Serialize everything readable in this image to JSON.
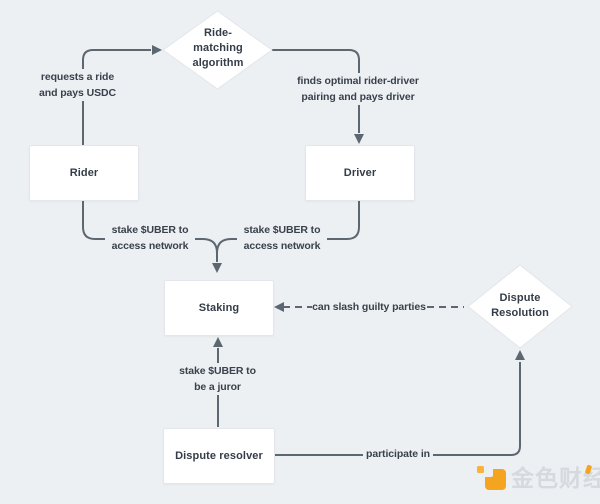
{
  "canvas": {
    "background": "#edf0f3",
    "line_color": "#5d6772",
    "node_fill": "#ffffff",
    "node_border": "#e3e7eb",
    "text_color": "#333c47",
    "accent_orange": "#f4a41f"
  },
  "nodes": {
    "ride_matching_algorithm": {
      "type": "decision",
      "lines": [
        "Ride-",
        "matching",
        "algorithm"
      ]
    },
    "rider": {
      "type": "process",
      "label": "Rider"
    },
    "driver": {
      "type": "process",
      "label": "Driver"
    },
    "staking": {
      "type": "process",
      "label": "Staking"
    },
    "dispute_resolution": {
      "type": "decision",
      "lines": [
        "Dispute",
        "Resolution"
      ]
    },
    "dispute_resolver": {
      "type": "process",
      "label": "Dispute resolver"
    }
  },
  "edges": {
    "rider_to_algorithm": {
      "from": "rider",
      "to": "ride_matching_algorithm",
      "style": "solid",
      "lines": [
        "requests a ride",
        "and pays USDC"
      ]
    },
    "algorithm_to_driver": {
      "from": "ride_matching_algorithm",
      "to": "driver",
      "style": "solid",
      "lines": [
        "finds optimal rider-driver",
        "pairing and pays driver"
      ]
    },
    "rider_to_staking": {
      "from": "rider",
      "to": "staking",
      "style": "solid",
      "lines": [
        "stake $UBER to",
        "access network"
      ]
    },
    "driver_to_staking": {
      "from": "driver",
      "to": "staking",
      "style": "solid",
      "lines": [
        "stake $UBER to",
        "access network"
      ]
    },
    "dispute_resolution_to_staking": {
      "from": "dispute_resolution",
      "to": "staking",
      "style": "dashed",
      "lines": [
        "can slash guilty parties"
      ]
    },
    "resolver_to_staking": {
      "from": "dispute_resolver",
      "to": "staking",
      "style": "solid",
      "lines": [
        "stake $UBER to",
        "be a juror"
      ]
    },
    "resolver_to_dispute_resolution": {
      "from": "dispute_resolver",
      "to": "dispute_resolution",
      "style": "solid",
      "lines": [
        "participate in"
      ]
    }
  },
  "watermark": {
    "brand": "金色财经"
  }
}
